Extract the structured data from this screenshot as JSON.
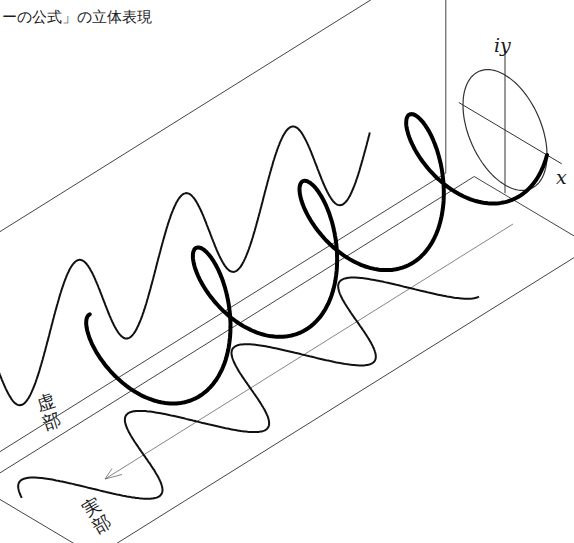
{
  "diagram": {
    "title": "ーの公式」の立体表現",
    "labels": [
      "iy",
      "x",
      "虚部",
      "実部"
    ]
  }
}
